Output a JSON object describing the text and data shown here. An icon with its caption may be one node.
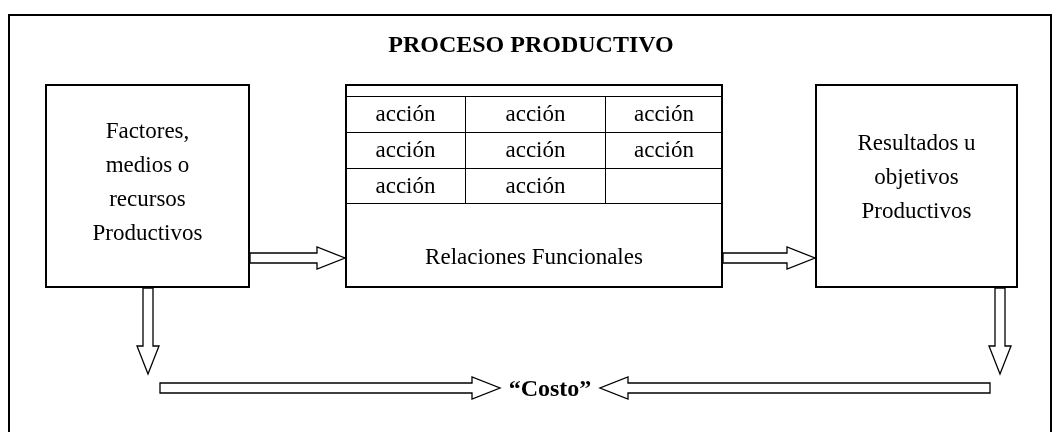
{
  "diagram": {
    "title": "PROCESO PRODUCTIVO",
    "nodes": [
      {
        "text": [
          "Factores, medios o recursos Productivos"
        ]
      },
      {
        "text": [
          "Relaciones Funcionales"
        ]
      },
      {
        "text": [
          "Resultados u objetivos Productivos"
        ]
      },
      {
        "text": [
          "“Costo”"
        ]
      }
    ],
    "edges": [
      {
        "from": 0,
        "to": 1,
        "arrow": "to"
      },
      {
        "from": 1,
        "to": 2,
        "arrow": "to"
      },
      {
        "from": 0,
        "to": null,
        "arrow": "to"
      },
      {
        "from": null,
        "to": 3,
        "arrow": "to"
      },
      {
        "from": 2,
        "to": null,
        "arrow": "to"
      },
      {
        "from": null,
        "to": 3,
        "arrow": "to"
      }
    ],
    "labels": [
      "acción",
      "acción",
      "acción",
      "acción",
      "acción",
      "acción",
      "acción",
      "acción"
    ]
  }
}
